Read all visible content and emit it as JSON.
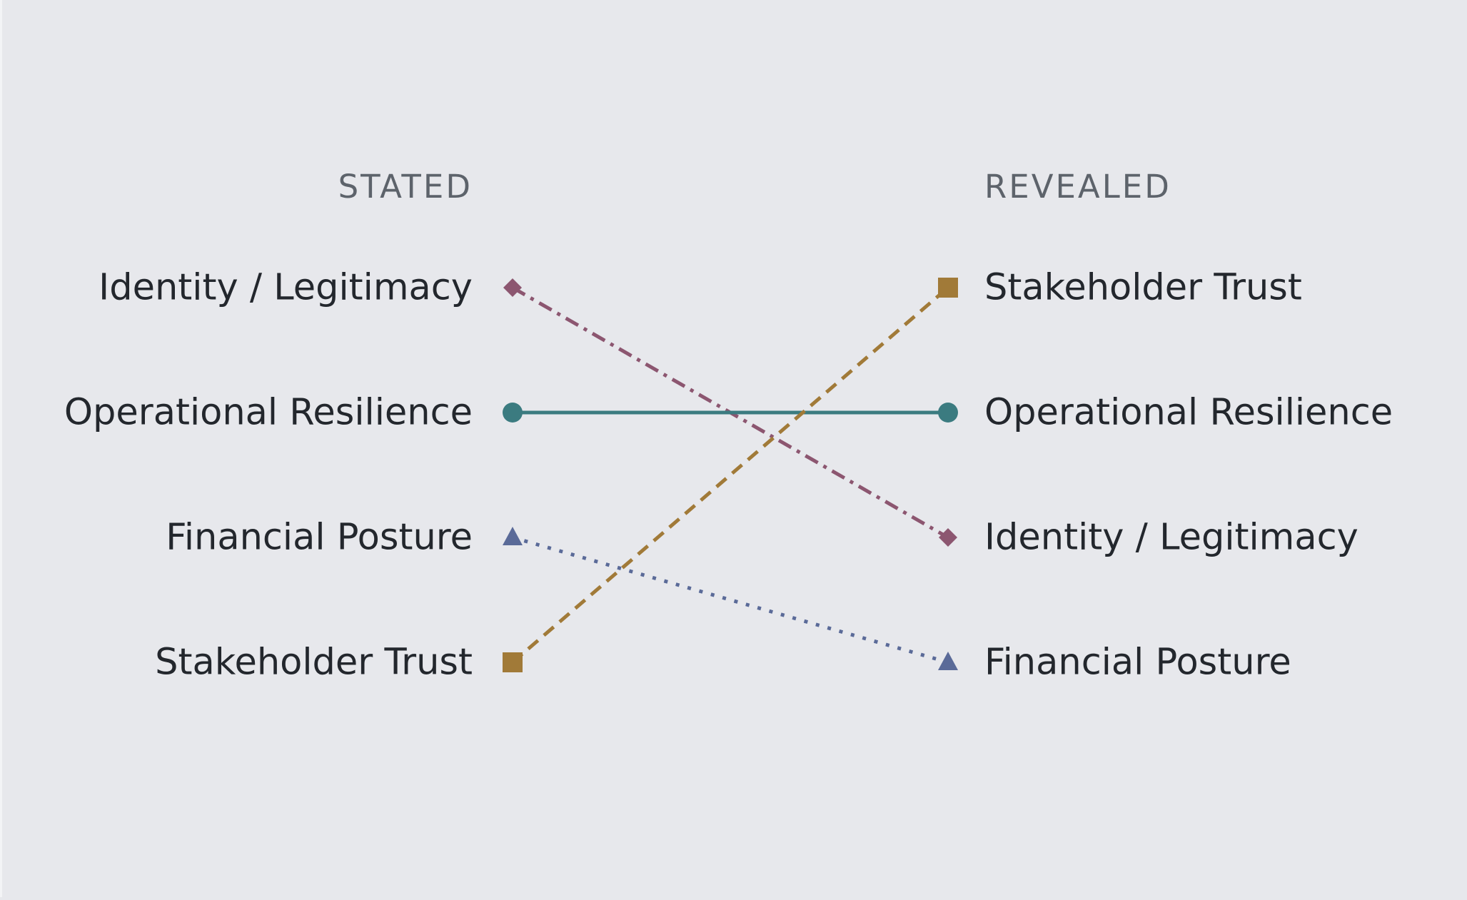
{
  "chart_data": {
    "type": "slope",
    "left_title": "STATED",
    "right_title": "REVEALED",
    "rank_count": 4,
    "series": [
      {
        "name": "Identity / Legitimacy",
        "stated_rank": 1,
        "revealed_rank": 3,
        "color": "#8c5670",
        "marker": "diamond",
        "line_style": "dash-dot"
      },
      {
        "name": "Operational Resilience",
        "stated_rank": 2,
        "revealed_rank": 2,
        "color": "#3b7b80",
        "marker": "circle",
        "line_style": "solid"
      },
      {
        "name": "Financial Posture",
        "stated_rank": 3,
        "revealed_rank": 4,
        "color": "#5a6a98",
        "marker": "triangle",
        "line_style": "dotted"
      },
      {
        "name": "Stakeholder Trust",
        "stated_rank": 4,
        "revealed_rank": 1,
        "color": "#a17a38",
        "marker": "square",
        "line_style": "dashed"
      }
    ]
  }
}
